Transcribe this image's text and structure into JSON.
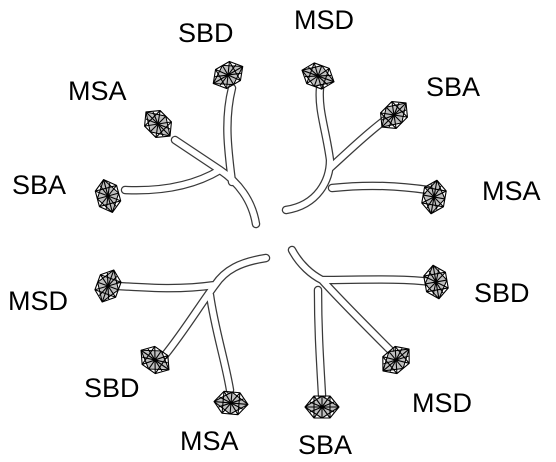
{
  "labels": {
    "q1_top": "SBD",
    "q1_left": "MSA",
    "q1_bottom": "SBA",
    "q2_top": "MSD",
    "q2_right": "SBA",
    "q2_bottom": "MSA",
    "q3_top": "MSD",
    "q3_mid": "SBD",
    "q3_bottom": "MSA",
    "q4_top": "SBD",
    "q4_mid": "MSD",
    "q4_bottom": "SBA"
  }
}
